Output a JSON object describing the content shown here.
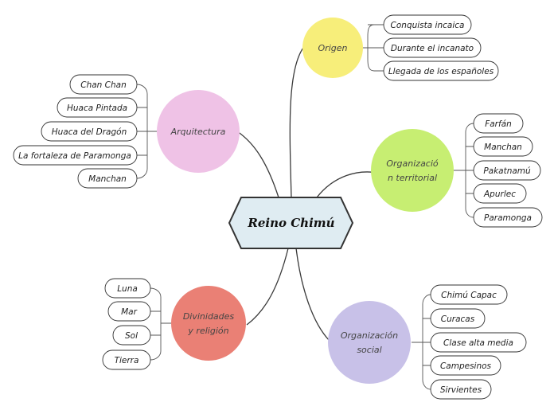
{
  "center": {
    "label": "Reino Chimú",
    "fill": "#dfecf2"
  },
  "topics": {
    "origen": {
      "label": [
        "Origen"
      ],
      "color": "#f7ee7a",
      "items": [
        "Conquista incaica",
        "Durante el incanato",
        "Llegada de los españoles"
      ]
    },
    "arquitectura": {
      "label": [
        "Arquitectura"
      ],
      "color": "#efc2e6",
      "items": [
        "Chan Chan",
        "Huaca Pintada",
        "Huaca del Dragón",
        "La fortaleza de Paramonga",
        "Manchan"
      ]
    },
    "organizacion_territorial": {
      "label": [
        "Organizació",
        "n territorial"
      ],
      "color": "#c7ee72",
      "items": [
        "Farfán",
        "Manchan",
        "Pakatnamú",
        "Apurlec",
        "Paramonga"
      ]
    },
    "divinidades": {
      "label": [
        "Divinidades",
        "y religión"
      ],
      "color": "#ea8075",
      "items": [
        "Luna",
        "Mar",
        "Sol",
        "Tierra"
      ]
    },
    "organizacion_social": {
      "label": [
        "Organización",
        "social"
      ],
      "color": "#c8c1e8",
      "items": [
        "Chimú Capac",
        "Curacas",
        "Clase alta media",
        "Campesinos",
        "Sirvientes"
      ]
    }
  }
}
